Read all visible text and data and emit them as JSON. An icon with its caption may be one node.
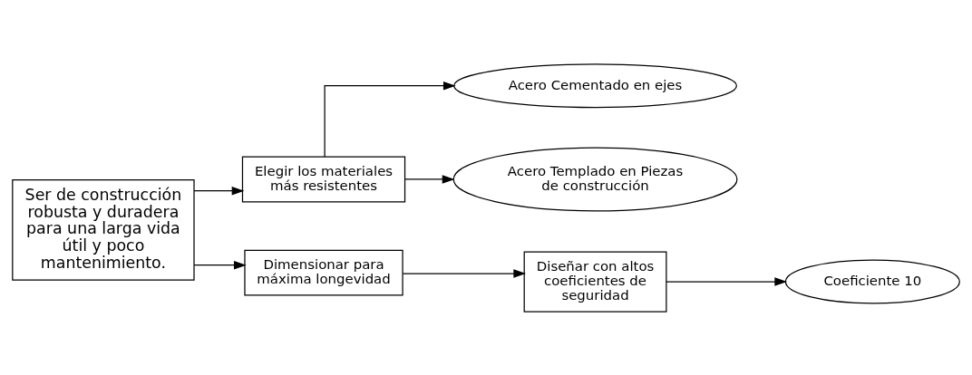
{
  "diagram": {
    "nodes": [
      {
        "text": [
          "Ser de construcción robusta y duradera para una larga vida útil y poco mantenimiento."
        ]
      },
      {
        "text": [
          "Elegir los materiales más resistentes"
        ]
      },
      {
        "text": [
          "Acero Cementado en ejes"
        ]
      },
      {
        "text": [
          "Acero Templado en Piezas de construcción"
        ]
      },
      {
        "text": [
          "Dimensionar para máxima longevidad"
        ]
      },
      {
        "text": [
          "Diseñar con altos coeficientes de seguridad"
        ]
      },
      {
        "text": [
          "Coeficiente 10"
        ]
      }
    ],
    "edges": [
      {
        "from": 0,
        "to": 1,
        "arrow": "to"
      },
      {
        "from": 0,
        "to": 4,
        "arrow": "to"
      },
      {
        "from": 1,
        "to": 2,
        "arrow": "to"
      },
      {
        "from": 1,
        "to": 3,
        "arrow": "to"
      },
      {
        "from": 4,
        "to": 5,
        "arrow": "to"
      },
      {
        "from": 5,
        "to": 6,
        "arrow": "to"
      }
    ]
  }
}
